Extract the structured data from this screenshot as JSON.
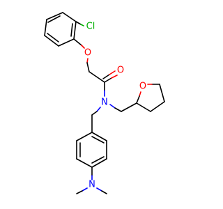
{
  "molecule": {
    "atom_labels": {
      "chlorine": "Cl",
      "ether_oxygen": "O",
      "carbonyl_oxygen": "O",
      "amide_nitrogen": "N",
      "ring_oxygen": "O",
      "amine_nitrogen": "N"
    },
    "colors": {
      "bond": "#000000",
      "oxygen": "#ff0000",
      "nitrogen": "#0000ff",
      "chlorine": "#00b000"
    }
  }
}
